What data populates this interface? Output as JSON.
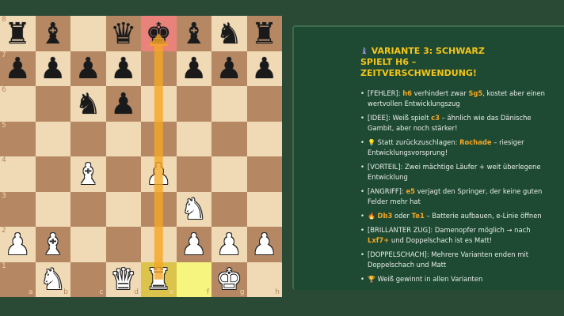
{
  "board": {
    "files": [
      "a",
      "b",
      "c",
      "d",
      "e",
      "f",
      "g",
      "h"
    ],
    "ranks": [
      "8",
      "7",
      "6",
      "5",
      "4",
      "3",
      "2",
      "1"
    ],
    "position": {
      "a8": "♜",
      "b8": "♝",
      "c8": "",
      "d8": "♛",
      "e8": "♚",
      "f8": "♝",
      "g8": "♞",
      "h8": "♜",
      "a7": "♟",
      "b7": "♟",
      "c7": "♟",
      "d7": "♟",
      "e7": "",
      "f7": "♟",
      "g7": "♟",
      "h7": "♟",
      "a6": "",
      "b6": "",
      "c6": "♞",
      "d6": "♟",
      "e6": "",
      "f6": "",
      "g6": "",
      "h6": "",
      "a5": "",
      "b5": "",
      "c5": "",
      "d5": "",
      "e5": "",
      "f5": "",
      "g5": "",
      "h5": "",
      "a4": "",
      "b4": "",
      "c4": "♗",
      "d4": "",
      "e4": "♙",
      "f4": "",
      "g4": "",
      "h4": "",
      "a3": "",
      "b3": "",
      "c3": "",
      "d3": "",
      "e3": "",
      "f3": "♘",
      "g3": "",
      "h3": "",
      "a2": "♙",
      "b2": "♗",
      "c2": "",
      "d2": "",
      "e2": "",
      "f2": "♙",
      "g2": "♙",
      "h2": "♙",
      "a1": "",
      "b1": "♘",
      "c1": "",
      "d1": "♕",
      "e1": "♖",
      "f1": "",
      "g1": "♔",
      "h1": ""
    },
    "highlight_red": "e8",
    "highlight_yellow": [
      "e1",
      "f1"
    ],
    "arrow": {
      "from": "e1",
      "to": "e8",
      "color": "#f5a623"
    }
  },
  "panel": {
    "title_icon": "♝",
    "title": "VARIANTE 3: SCHWARZ SPIELT H6 – ZEITVERSCHWENDUNG!",
    "tips": [
      {
        "parts": [
          {
            "t": "[FEHLER]: "
          },
          {
            "t": "h6",
            "h": true
          },
          {
            "t": " verhindert zwar "
          },
          {
            "t": "Sg5",
            "h": true
          },
          {
            "t": ", kostet aber einen wertvollen Entwicklungszug"
          }
        ]
      },
      {
        "parts": [
          {
            "t": "[IDEE]: Weiß spielt "
          },
          {
            "t": "c3",
            "h": true
          },
          {
            "t": " – ähnlich wie das Dänische Gambit, aber noch stärker!"
          }
        ]
      },
      {
        "parts": [
          {
            "t": "💡 ",
            "e": true
          },
          {
            "t": "Statt zurückzuschlagen: "
          },
          {
            "t": "Rochade",
            "h": true
          },
          {
            "t": " – riesiger Entwicklungsvorsprung!"
          }
        ]
      },
      {
        "parts": [
          {
            "t": "[VORTEIL]: Zwei mächtige Läufer + weit überlegene Entwicklung"
          }
        ]
      },
      {
        "parts": [
          {
            "t": "[ANGRIFF]: "
          },
          {
            "t": "e5",
            "h": true
          },
          {
            "t": " verjagt den Springer, der keine guten Felder mehr hat"
          }
        ]
      },
      {
        "parts": [
          {
            "t": "🔥 ",
            "e": true
          },
          {
            "t": "Db3",
            "h": true
          },
          {
            "t": " oder "
          },
          {
            "t": "Te1",
            "h": true
          },
          {
            "t": " – Batterie aufbauen, e-Linie öffnen"
          }
        ]
      },
      {
        "parts": [
          {
            "t": "[BRILLANTER ZUG]: Damenopfer möglich → nach "
          },
          {
            "t": "Lxf7+",
            "h": true
          },
          {
            "t": " und Doppelschach ist es Matt!"
          }
        ]
      },
      {
        "parts": [
          {
            "t": "[DOPPELSCHACH]: Mehrere Varianten enden mit Doppelschach und Matt"
          }
        ]
      },
      {
        "parts": [
          {
            "t": "🏆 ",
            "e": true
          },
          {
            "t": "Weiß gewinnt in allen Varianten"
          }
        ]
      }
    ]
  },
  "colors": {
    "background": "#2a4a36",
    "panel": "#1e4a33",
    "title": "#f5c518",
    "highlight": "#f5a623",
    "light_square": "#f0d9b5",
    "dark_square": "#b58863"
  }
}
